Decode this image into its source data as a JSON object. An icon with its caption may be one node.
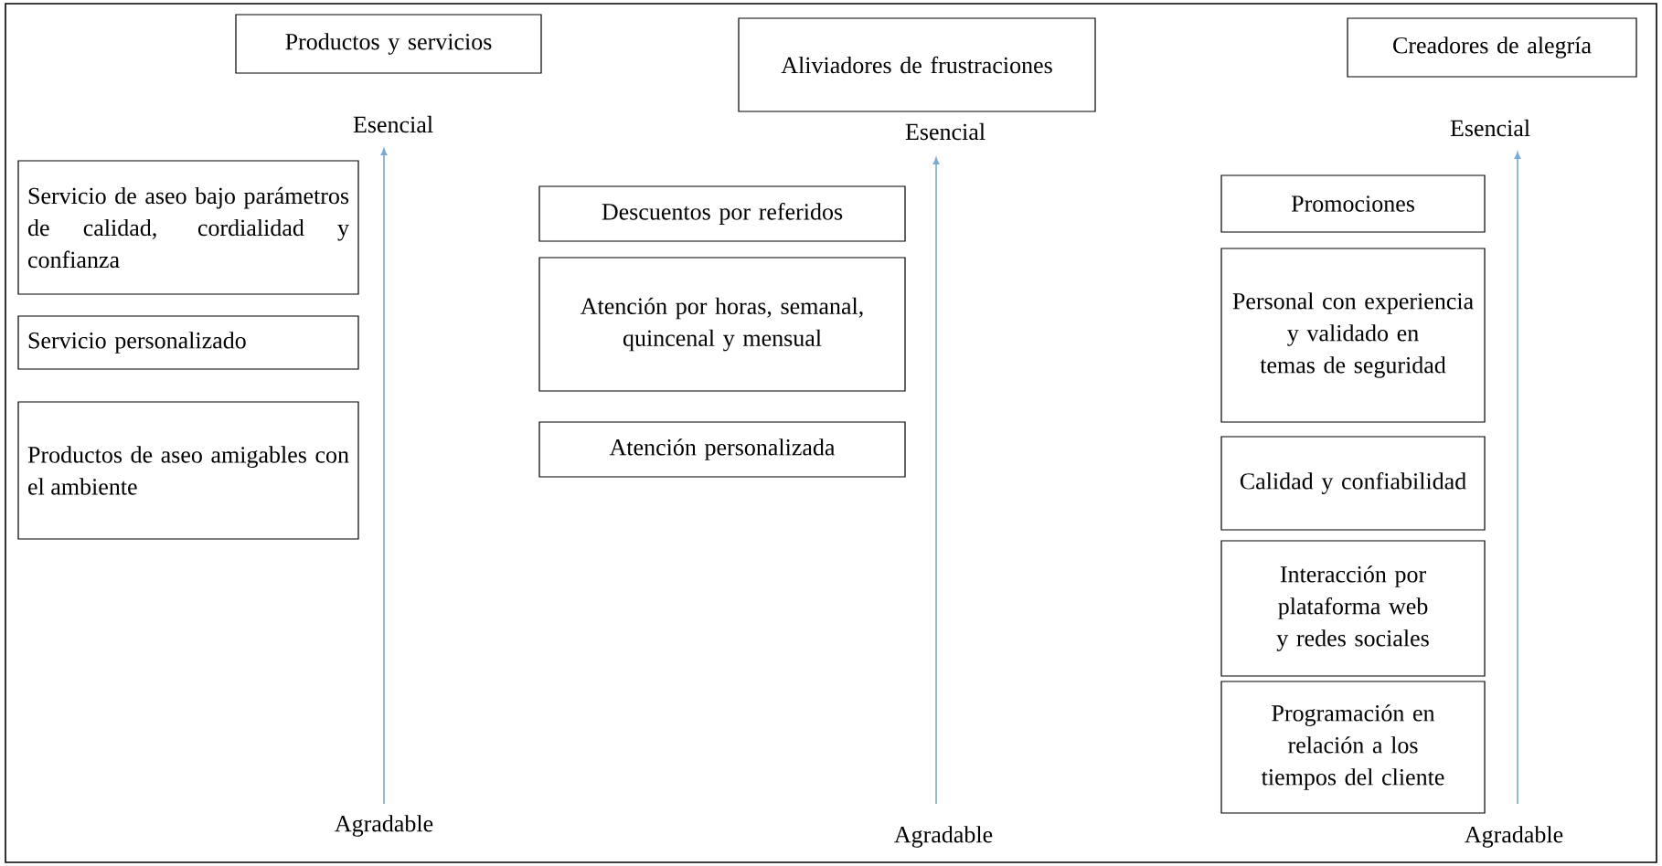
{
  "diagram": {
    "nodes": [
      {
        "text": [
          "Productos y servicios"
        ]
      },
      {
        "text": [
          "Aliviadores de frustraciones"
        ]
      },
      {
        "text": [
          "Creadores de alegría"
        ]
      },
      {
        "text": [
          "Servicio de aseo bajo parámetros de calidad, cordialidad y confianza"
        ]
      },
      {
        "text": [
          "Servicio personalizado"
        ]
      },
      {
        "text": [
          "Productos de aseo amigables con el ambiente"
        ]
      },
      {
        "text": [
          "Descuentos por referidos"
        ]
      },
      {
        "text": [
          "Atención por horas, semanal, quincenal y mensual"
        ]
      },
      {
        "text": [
          "Atención personalizada"
        ]
      },
      {
        "text": [
          "Promociones"
        ]
      },
      {
        "text": [
          "Personal con experiencia y validado en temas de seguridad"
        ]
      },
      {
        "text": [
          "Calidad y confiabilidad"
        ]
      },
      {
        "text": [
          "Interacción por plataforma web y redes sociales"
        ]
      },
      {
        "text": [
          "Programación en relación a los tiempos del cliente"
        ]
      }
    ],
    "labels": [
      "Esencial",
      "Esencial",
      "Esencial",
      "Agradable",
      "Agradable",
      "Agradable"
    ]
  }
}
